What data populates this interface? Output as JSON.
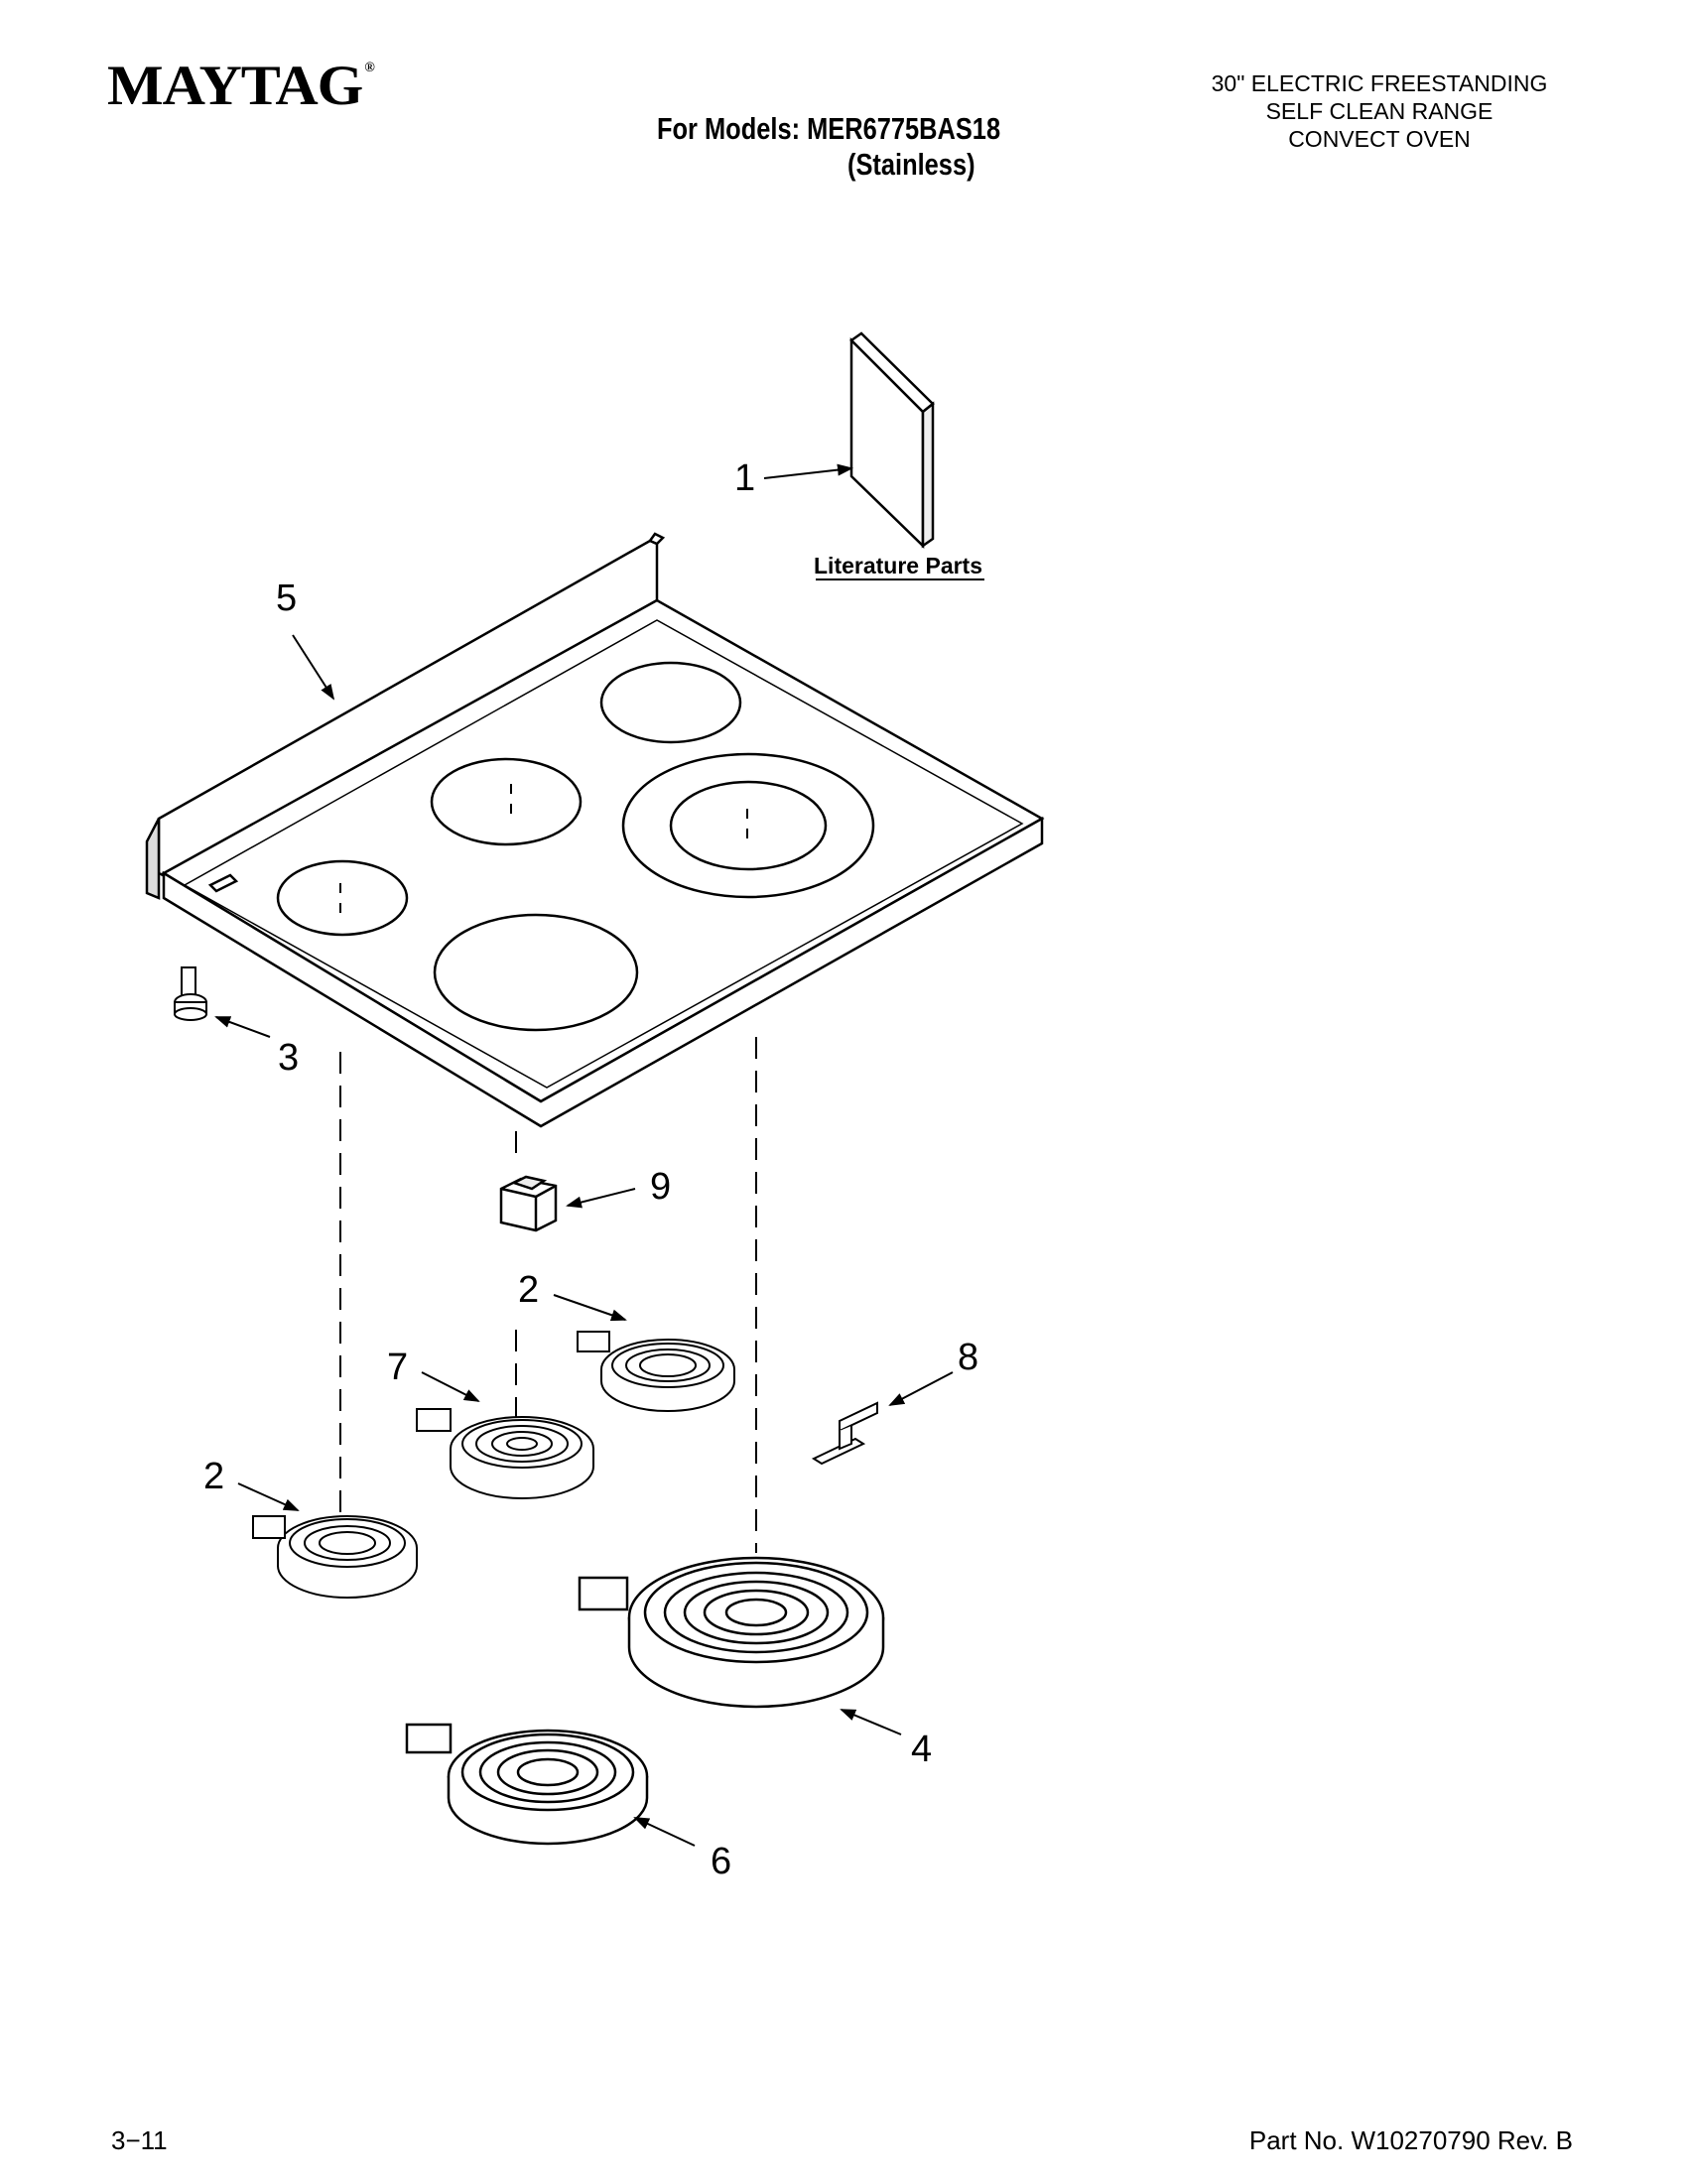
{
  "header": {
    "brand": "MAYTAG",
    "registered_mark": "®",
    "models_line1": "For Models: MER6775BAS18",
    "models_line2": "(Stainless)",
    "description": [
      "30\" ELECTRIC FREESTANDING",
      "SELF CLEAN RANGE",
      "CONVECT OVEN"
    ]
  },
  "diagram": {
    "literature_label": "Literature Parts",
    "callouts": [
      "1",
      "2",
      "2",
      "3",
      "4",
      "5",
      "6",
      "7",
      "8",
      "9"
    ]
  },
  "footer": {
    "page": "3−11",
    "part_number": "Part No. W10270790 Rev. B"
  }
}
